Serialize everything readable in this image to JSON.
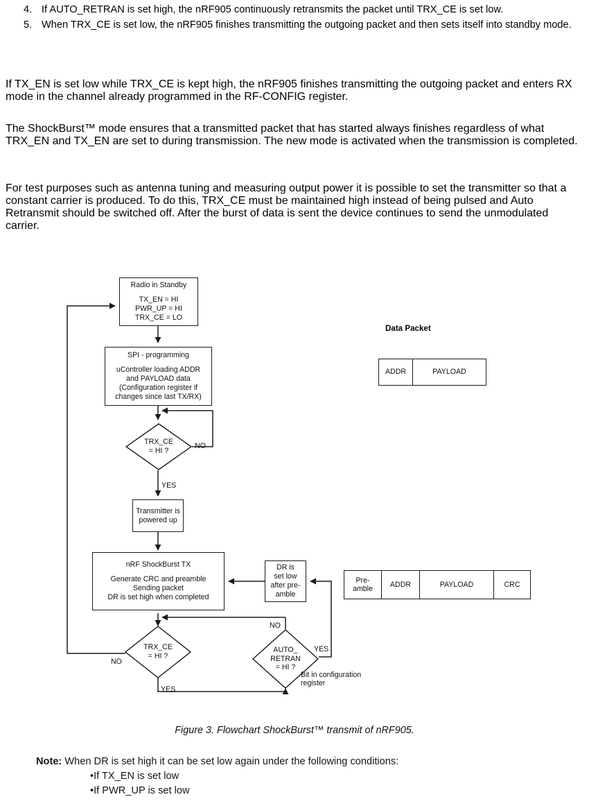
{
  "document": {
    "numbered_items": [
      {
        "num": "4.",
        "text": "If AUTO_RETRAN is set high, the nRF905 continuously retransmits the packet until TRX_CE is set low."
      },
      {
        "num": "5.",
        "text": "When TRX_CE is set low, the nRF905 finishes transmitting the outgoing packet and then sets itself into standby mode."
      }
    ],
    "paragraphs": [
      "If TX_EN is set low while TRX_CE is kept high, the nRF905 finishes transmitting the outgoing packet and enters RX mode in the channel already programmed in the RF-CONFIG register.",
      "The ShockBurst™ mode ensures that a transmitted packet that has started always finishes regardless of what TRX_EN and TX_EN are set to during transmission. The new mode is activated when the transmission is completed.",
      "For test purposes such as antenna tuning and measuring output power it is possible to set the transmitter so that a constant carrier is produced. To do this, TRX_CE must be maintained high instead of being pulsed and Auto Retransmit should be switched off. After the burst of data is sent the device continues to send the unmodulated carrier."
    ],
    "caption": "Figure 3. Flowchart ShockBurst™ transmit of nRF905.",
    "note": {
      "label": "Note:",
      "text": "When DR is set high it can be set low again under the following conditions:",
      "bullets": [
        "•If TX_EN is set low",
        "•If PWR_UP is set low"
      ]
    }
  },
  "figure": {
    "title": "Figure 3. Flowchart ShockBurst™ transmit of nRF905.",
    "data_packet_title": "Data Packet",
    "nodes": {
      "standby": {
        "header": "Radio in Standby",
        "lines": [
          "TX_EN = HI",
          "PWR_UP = HI",
          "TRX_CE = LO"
        ]
      },
      "spi": {
        "header": "SPI - programming",
        "lines": [
          "uController loading ADDR",
          "and PAYLOAD data",
          "(Configuration register if",
          "changes since last TX/RX)"
        ]
      },
      "decision1": {
        "lines": [
          "TRX_CE",
          "= HI ?"
        ],
        "yes": "YES",
        "no": "NO"
      },
      "transmitter": {
        "lines": [
          "Transmitter is",
          "powered up"
        ]
      },
      "shockburst": {
        "header": "nRF ShockBurst TX",
        "lines": [
          "Generate CRC and preamble",
          "Sending packet",
          "DR is set high when completed"
        ]
      },
      "dr_low": {
        "lines": [
          "DR is",
          "set low",
          "after pre-",
          "amble"
        ]
      },
      "decision2": {
        "lines": [
          "TRX_CE",
          "= HI ?"
        ],
        "yes": "YES",
        "no": "NO"
      },
      "decision3": {
        "lines": [
          "AUTO_",
          "RETRAN",
          "= HI ?"
        ],
        "yes": "YES",
        "no": "NO"
      },
      "bit_note": {
        "lines": [
          "Bit in configuration",
          "register"
        ]
      }
    },
    "packets": {
      "simple": [
        {
          "label": "ADDR"
        },
        {
          "label": "PAYLOAD"
        }
      ],
      "full": [
        {
          "label": "Pre-\namble"
        },
        {
          "label": "ADDR"
        },
        {
          "label": "PAYLOAD"
        },
        {
          "label": "CRC"
        }
      ]
    }
  },
  "colors": {
    "ink": "#111111",
    "line": "#1b1b1b",
    "paper": "#ffffff"
  }
}
